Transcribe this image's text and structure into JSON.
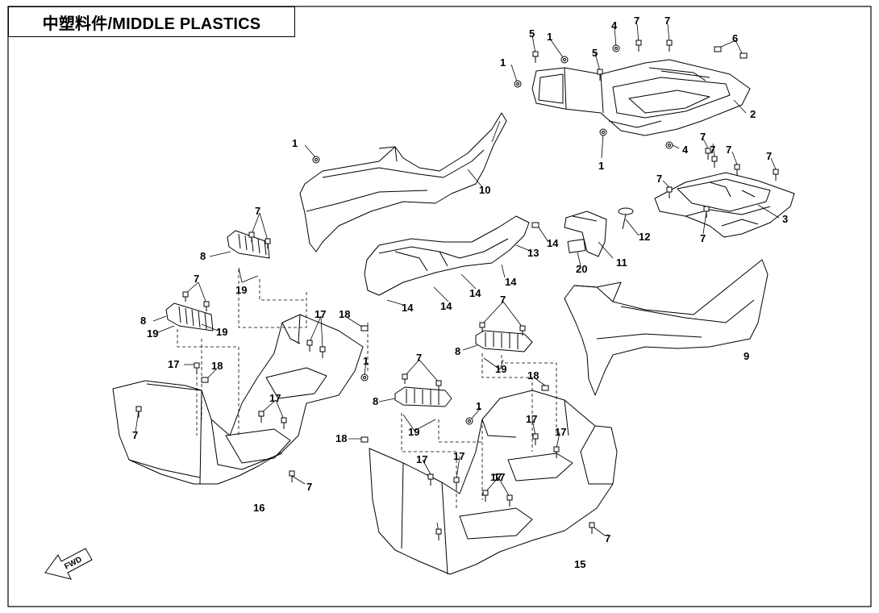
{
  "title": "中塑料件/MIDDLE PLASTICS",
  "fwd_label": "FWD",
  "callouts": {
    "c1a": "1",
    "c1b": "1",
    "c1c": "1",
    "c1d": "1",
    "c1e": "1",
    "c1f": "1",
    "c2": "2",
    "c3": "3",
    "c4a": "4",
    "c4b": "4",
    "c5a": "5",
    "c5b": "5",
    "c6": "6",
    "c7a": "7",
    "c7b": "7",
    "c7c": "7",
    "c7d": "7",
    "c7e": "7",
    "c7f": "7",
    "c7g": "7",
    "c7h": "7",
    "c7i": "7",
    "c7j": "7",
    "c7k": "7",
    "c7l": "7",
    "c7m": "7",
    "c7n": "7",
    "c7o": "7",
    "c8a": "8",
    "c8b": "8",
    "c8c": "8",
    "c8d": "8",
    "c9": "9",
    "c10": "10",
    "c11": "11",
    "c12": "12",
    "c13": "13",
    "c14a": "14",
    "c14b": "14",
    "c14c": "14",
    "c14d": "14",
    "c14e": "14",
    "c15": "15",
    "c16": "16",
    "c17a": "17",
    "c17b": "17",
    "c17c": "17",
    "c17d": "17",
    "c17e": "17",
    "c17f": "17",
    "c17g": "17",
    "c17h": "17",
    "c17i": "17",
    "c18a": "18",
    "c18b": "18",
    "c18c": "18",
    "c18d": "18",
    "c19a": "19",
    "c19b": "19",
    "c19c": "19",
    "c19d": "19",
    "c19e": "19",
    "c20": "20"
  }
}
